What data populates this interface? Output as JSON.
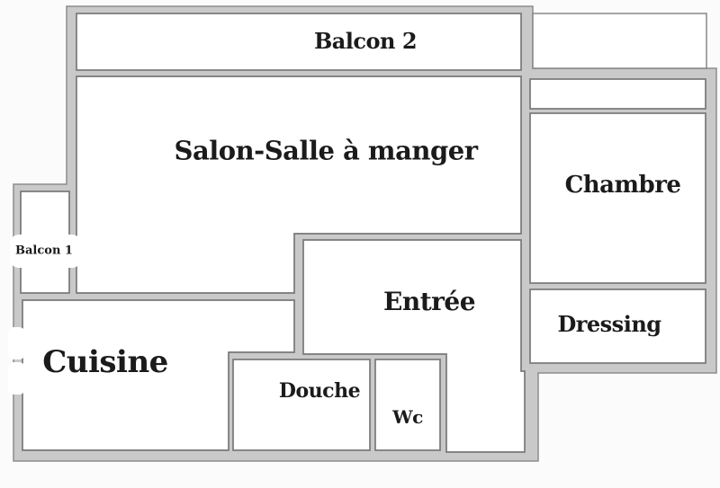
{
  "plan": {
    "type": "apartment-floor-plan",
    "colors": {
      "background": "#fbfbfb",
      "wall_fill": "#c9c9c9",
      "wall_edge": "#8d8d8d",
      "room_fill": "#ffffff",
      "room_border": "#787878",
      "label_text": "#1b1b1b"
    },
    "rooms": {
      "balcon2": {
        "label": "Balcon 2"
      },
      "salon": {
        "label": "Salon-Salle à manger"
      },
      "chambre": {
        "label": "Chambre"
      },
      "balcon1": {
        "label": "Balcon 1"
      },
      "entree": {
        "label": "Entrée"
      },
      "cuisine": {
        "label": "Cuisine"
      },
      "dressing": {
        "label": "Dressing"
      },
      "douche": {
        "label": "Douche"
      },
      "wc": {
        "label": "Wc"
      }
    }
  }
}
